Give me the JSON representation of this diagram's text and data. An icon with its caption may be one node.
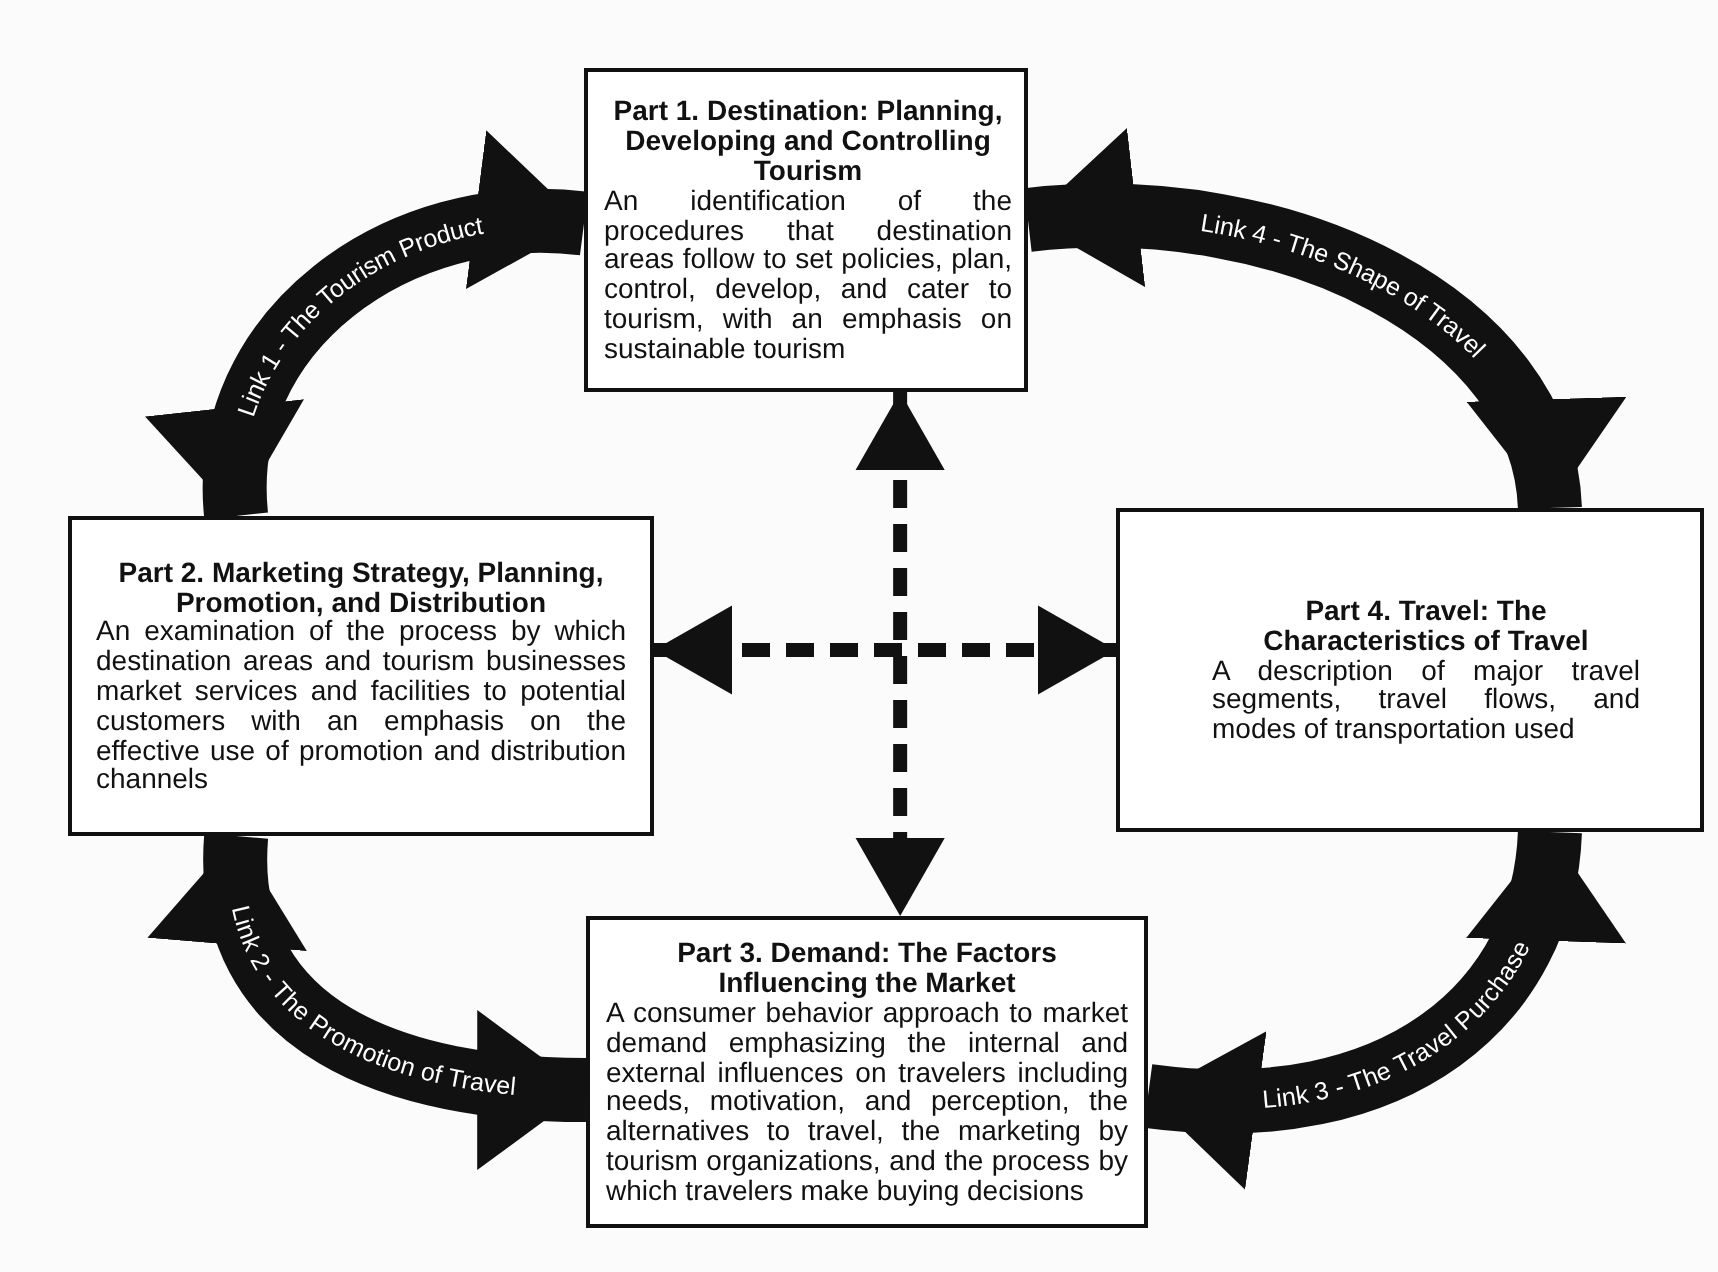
{
  "diagram": {
    "nodes": [
      {
        "text": [
          "Part 1. Destination: Planning, Developing and Controlling Tourism",
          "An identification of the procedures that destination areas follow to set policies, plan, control, develop, and cater to tourism, with an emphasis on sustainable tourism"
        ]
      },
      {
        "text": [
          "Part 2. Marketing Strategy, Planning, Promotion, and Distribution",
          "An examination of the process by which destination areas and tourism businesses market services and facilities to potential customers with an emphasis on the effective use of promotion and distribution channels"
        ]
      },
      {
        "text": [
          "Part 3. Demand: The Factors Influencing the Market",
          "A consumer behavior approach to market demand emphasizing the internal and external influences on travelers including needs, motivation, and perception, the alternatives to travel, the marketing by tourism organizations, and the process by which travelers make buying decisions"
        ]
      },
      {
        "text": [
          "Part 4. Travel: The Characteristics of Travel",
          "A description of major travel segments, travel flows, and modes of transportation used"
        ]
      }
    ],
    "edges": [
      {
        "from": 1,
        "to": 0,
        "arrow": "both",
        "label": "Link 1 - The Tourism Product"
      },
      {
        "from": 1,
        "to": 2,
        "arrow": "both",
        "label": "Link 2 - The Promotion of Travel"
      },
      {
        "from": 2,
        "to": 3,
        "arrow": "both",
        "label": "Link 3 - The Travel Purchase"
      },
      {
        "from": 0,
        "to": 3,
        "arrow": "both",
        "label": "Link 4 - The Shape of Travel"
      },
      {
        "from": 0,
        "to": 2,
        "arrow": "both",
        "style": "dashed"
      },
      {
        "from": 1,
        "to": 3,
        "arrow": "both",
        "style": "dashed"
      }
    ]
  }
}
